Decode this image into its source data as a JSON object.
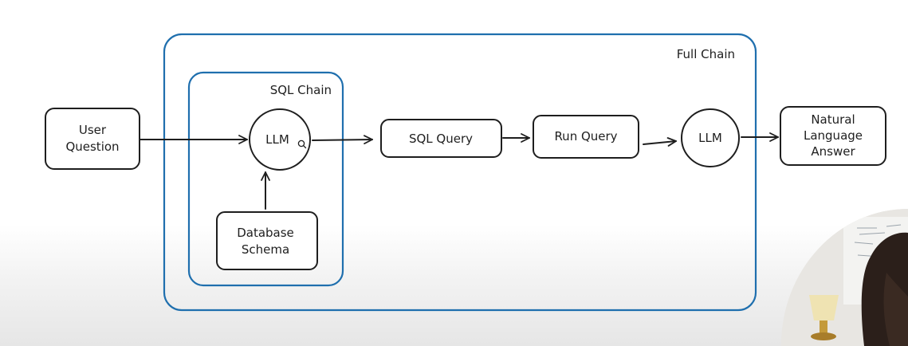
{
  "diagram": {
    "groups": {
      "full_chain": "Full Chain",
      "sql_chain": "SQL Chain"
    },
    "nodes": {
      "user_question": [
        "User",
        "Question"
      ],
      "llm_inner": "LLM",
      "database_schema": [
        "Database",
        "Schema"
      ],
      "sql_query": "SQL Query",
      "run_query": "Run Query",
      "llm_outer": "LLM",
      "answer": [
        "Natural",
        "Language",
        "Answer"
      ]
    },
    "colors": {
      "group_border": "#1f6fae",
      "stroke": "#1e1e1e",
      "background": "#ffffff"
    }
  }
}
